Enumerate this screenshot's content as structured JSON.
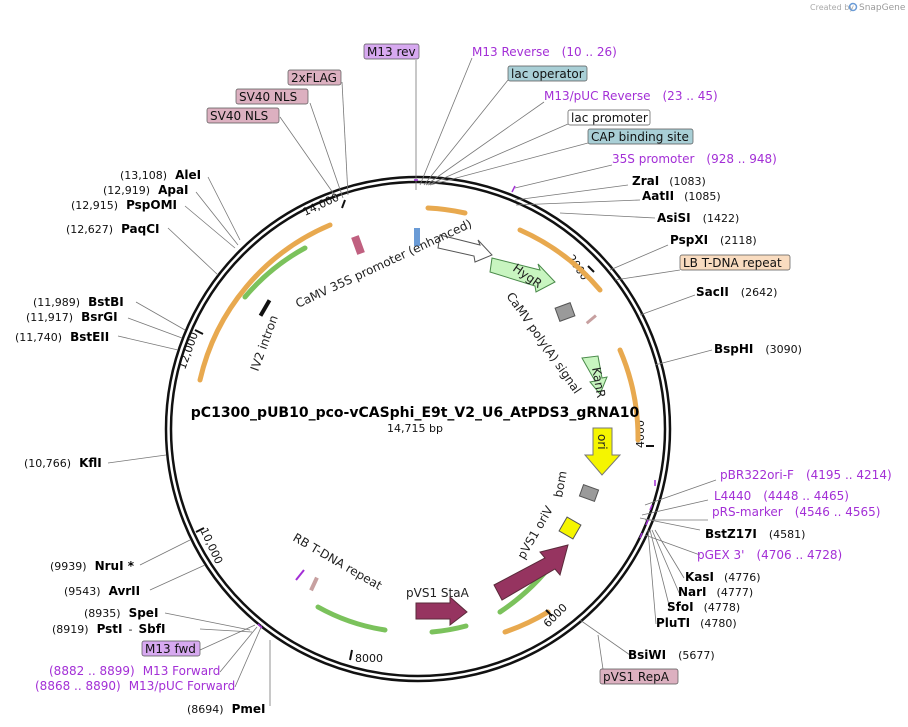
{
  "credit": "Created by",
  "brand": "SnapGene",
  "plasmid": {
    "name": "pC1300_pUB10_pco-vCASphi_E9t_V2_U6_AtPDS3_gRNA10",
    "size": "14,715 bp"
  },
  "ticks": [
    "2000",
    "4000",
    "6000",
    "8000",
    "10,000",
    "12,000",
    "14,000"
  ],
  "inner_features": {
    "camv35s": "CaMV 35S promoter (enhanced)",
    "hygr": "HygR",
    "camv_polya": "CaMV poly(A) signal",
    "kanr": "KanR",
    "ori": "ori",
    "bom": "bom",
    "pvs1_oriv": "pVS1 oriV",
    "pvs1_staa": "pVS1 StaA",
    "rb_tdna": "RB T-DNA repeat",
    "iv2_intron": "IV2 intron"
  },
  "boxed_labels": {
    "m13_rev": "M13 rev",
    "x2flag": "2xFLAG",
    "sv40_nls_1": "SV40 NLS",
    "sv40_nls_2": "SV40 NLS",
    "lac_operator": "lac operator",
    "lac_promoter": "lac promoter",
    "cap_site": "CAP binding site",
    "lb_tdna": "LB T-DNA repeat",
    "m13_fwd": "M13 fwd",
    "pvs1_repa": "pVS1 RepA"
  },
  "primers": {
    "m13_reverse": {
      "name": "M13 Reverse",
      "range": "(10 .. 26)"
    },
    "m13puc_reverse": {
      "name": "M13/pUC Reverse",
      "range": "(23 .. 45)"
    },
    "p35s": {
      "name": "35S promoter",
      "range": "(928 .. 948)"
    },
    "pbr322": {
      "name": "pBR322ori-F",
      "range": "(4195 .. 4214)"
    },
    "l4440": {
      "name": "L4440",
      "range": "(4448 .. 4465)"
    },
    "prs": {
      "name": "pRS-marker",
      "range": "(4546 .. 4565)"
    },
    "pgex3": {
      "name": "pGEX 3'",
      "range": "(4706 .. 4728)"
    },
    "m13_forward": {
      "name": "M13 Forward",
      "range": "(8882 .. 8899)"
    },
    "m13puc_forward": {
      "name": "M13/pUC Forward",
      "range": "(8868 .. 8890)"
    }
  },
  "sites": {
    "zrai": {
      "name": "ZraI",
      "pos": "(1083)"
    },
    "aatii": {
      "name": "AatII",
      "pos": "(1085)"
    },
    "asisi": {
      "name": "AsiSI",
      "pos": "(1422)"
    },
    "pspxi": {
      "name": "PspXI",
      "pos": "(2118)"
    },
    "sacii": {
      "name": "SacII",
      "pos": "(2642)"
    },
    "bsphi": {
      "name": "BspHI",
      "pos": "(3090)"
    },
    "bstz17i": {
      "name": "BstZ17I",
      "pos": "(4581)"
    },
    "kasi": {
      "name": "KasI",
      "pos": "(4776)"
    },
    "nari": {
      "name": "NarI",
      "pos": "(4777)"
    },
    "sfoi": {
      "name": "SfoI",
      "pos": "(4778)"
    },
    "pluti": {
      "name": "PluTI",
      "pos": "(4780)"
    },
    "bsiwi": {
      "name": "BsiWI",
      "pos": "(5677)"
    },
    "alei": {
      "name": "AleI",
      "pos": "(13,108)"
    },
    "apai": {
      "name": "ApaI",
      "pos": "(12,919)"
    },
    "pspomi": {
      "name": "PspOMI",
      "pos": "(12,915)"
    },
    "paqci": {
      "name": "PaqCI",
      "pos": "(12,627)"
    },
    "bstbi": {
      "name": "BstBI",
      "pos": "(11,989)"
    },
    "bsrgi": {
      "name": "BsrGI",
      "pos": "(11,917)"
    },
    "bsteii": {
      "name": "BstEII",
      "pos": "(11,740)"
    },
    "kfli": {
      "name": "KflI",
      "pos": "(10,766)"
    },
    "nrui": {
      "name": "NruI *",
      "pos": "(9939)"
    },
    "avrii": {
      "name": "AvrII",
      "pos": "(9543)"
    },
    "spei": {
      "name": "SpeI",
      "pos": "(8935)"
    },
    "psti": {
      "name": "PstI",
      "pos": "(8919)"
    },
    "sep": "-",
    "sbfi": {
      "name": "SbfI"
    },
    "pmei": {
      "name": "PmeI",
      "pos": "(8694)"
    }
  },
  "colors": {
    "primer": "#a32fd6",
    "feature_pink": "#dcb0c0",
    "feature_blue": "#a9cfd6",
    "feature_orange": "#f9dcc0",
    "feature_purple": "#d7a9f0",
    "hygr_green": "#c8f5c0",
    "ori_yellow": "#f5f500",
    "staa_maroon": "#963460"
  }
}
